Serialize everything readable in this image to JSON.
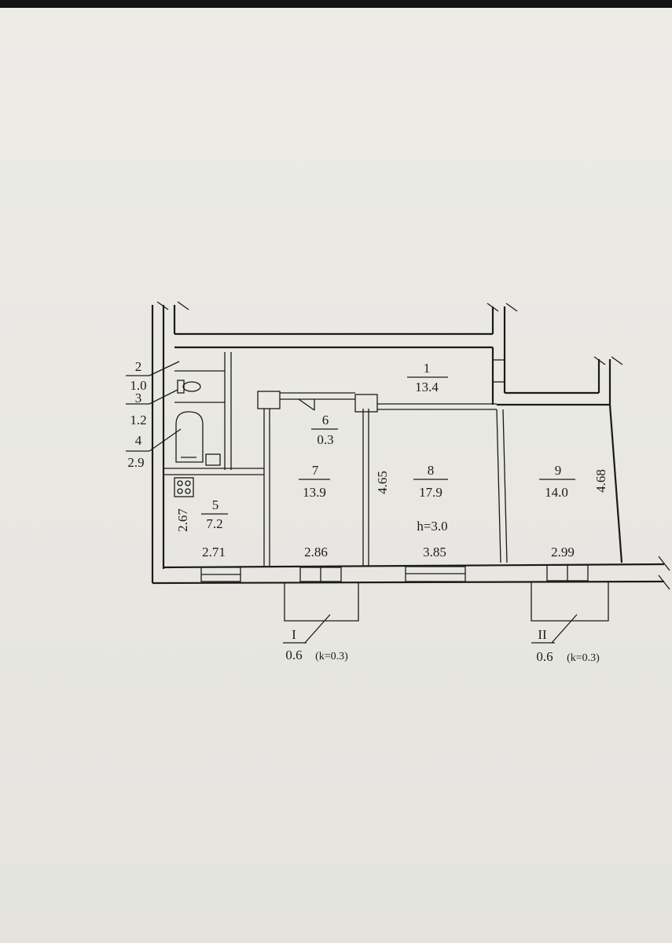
{
  "rooms": [
    {
      "num": "1",
      "area": "13.4"
    },
    {
      "num": "2",
      "area": "1.0"
    },
    {
      "num": "3",
      "area": "1.2"
    },
    {
      "num": "4",
      "area": "2.9"
    },
    {
      "num": "5",
      "area": "7.2"
    },
    {
      "num": "6",
      "area": "0.3"
    },
    {
      "num": "7",
      "area": "13.9"
    },
    {
      "num": "8",
      "area": "17.9"
    },
    {
      "num": "9",
      "area": "14.0"
    }
  ],
  "dimensions": {
    "kitchen_width": "2.71",
    "kitchen_depth": "2.67",
    "room7_width": "2.86",
    "room8_width": "3.85",
    "room8_depth": "4.65",
    "room9_width": "2.99",
    "room9_depth": "4.68"
  },
  "ceiling_height": "h=3.0",
  "balconies": [
    {
      "num": "I",
      "area": "0.6",
      "coef": "(k=0.3)"
    },
    {
      "num": "II",
      "area": "0.6",
      "coef": "(k=0.3)"
    }
  ]
}
